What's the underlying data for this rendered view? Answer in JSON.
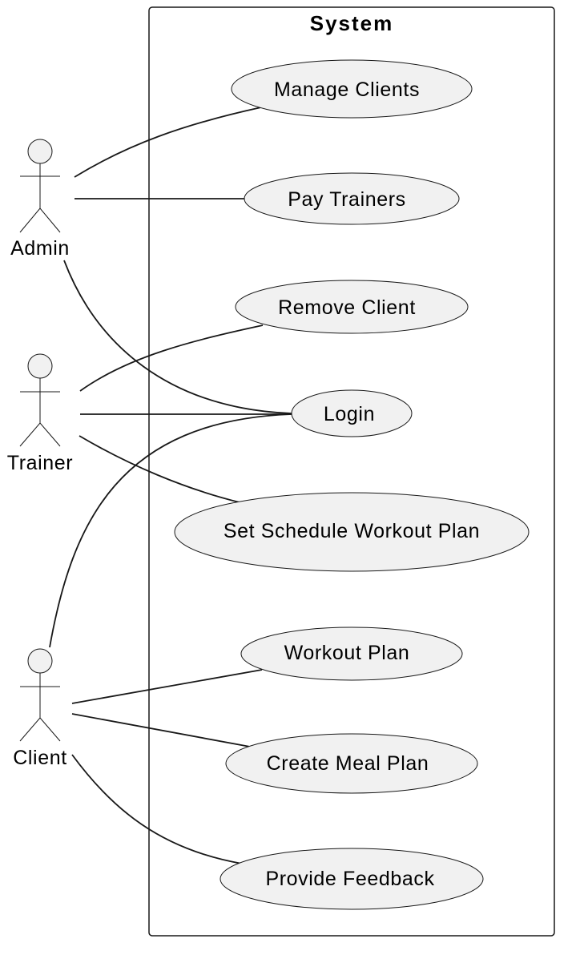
{
  "system": {
    "title": "System"
  },
  "actors": {
    "admin": "Admin",
    "trainer": "Trainer",
    "client": "Client"
  },
  "use_cases": {
    "manage_clients": "Manage Clients",
    "pay_trainers": "Pay Trainers",
    "remove_client": "Remove Client",
    "login": "Login",
    "set_schedule_workout_plan": "Set Schedule Workout Plan",
    "workout_plan": "Workout Plan",
    "create_meal_plan": "Create Meal Plan",
    "provide_feedback": "Provide Feedback"
  },
  "associations": [
    {
      "actor": "Admin",
      "use_case": "Manage Clients"
    },
    {
      "actor": "Admin",
      "use_case": "Pay Trainers"
    },
    {
      "actor": "Admin",
      "use_case": "Login"
    },
    {
      "actor": "Trainer",
      "use_case": "Remove Client"
    },
    {
      "actor": "Trainer",
      "use_case": "Login"
    },
    {
      "actor": "Trainer",
      "use_case": "Set Schedule Workout Plan"
    },
    {
      "actor": "Client",
      "use_case": "Login"
    },
    {
      "actor": "Client",
      "use_case": "Workout Plan"
    },
    {
      "actor": "Client",
      "use_case": "Create Meal Plan"
    },
    {
      "actor": "Client",
      "use_case": "Provide Feedback"
    }
  ],
  "colors": {
    "usecase_fill": "#f1f1f1",
    "line": "#181818",
    "background": "#ffffff"
  }
}
